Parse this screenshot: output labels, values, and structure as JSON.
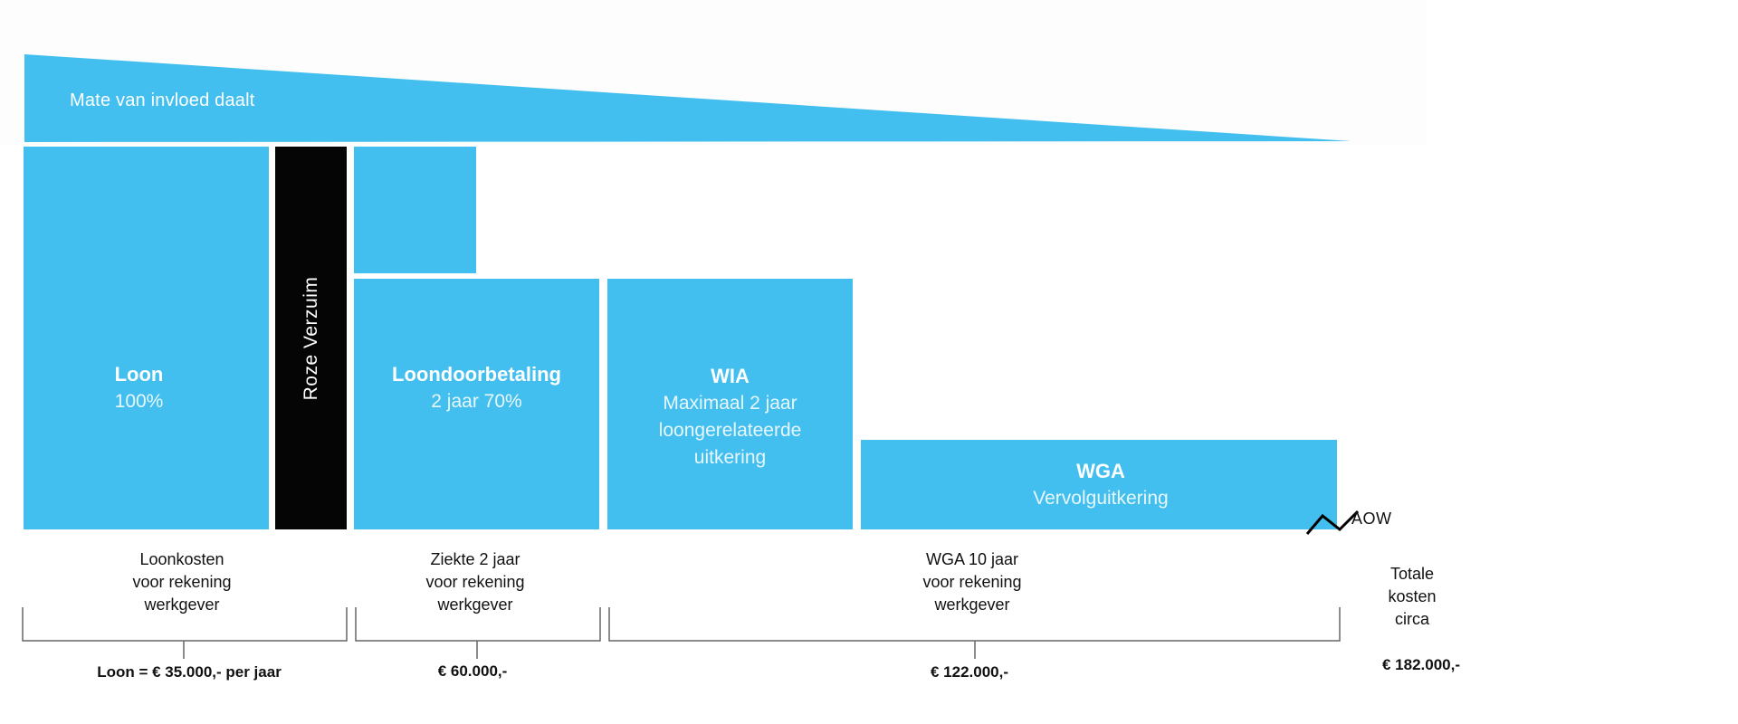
{
  "colors": {
    "accent": "#42bfee",
    "black_box": "#050505",
    "text": "#111111",
    "bracket_line": "#666666"
  },
  "influence": {
    "label": "Mate van invloed daalt"
  },
  "blocks": {
    "loon": {
      "title": "Loon",
      "subtitle": "100%"
    },
    "roze_verzuim": {
      "label": "Roze Verzuim"
    },
    "loondoorbetaling": {
      "title": "Loondoorbetaling",
      "subtitle": "2 jaar 70%"
    },
    "wia": {
      "title": "WIA",
      "subtitle_lines": [
        "Maximaal 2 jaar",
        "loongerelateerde",
        "uitkering"
      ]
    },
    "wga": {
      "title": "WGA",
      "subtitle": "Vervolguitkering"
    }
  },
  "aow": {
    "label": "AOW",
    "icon": "zigzag-icon"
  },
  "captions": {
    "loonkosten": [
      "Loonkosten",
      "voor rekening",
      "werkgever"
    ],
    "ziekte": [
      "Ziekte 2 jaar",
      "voor rekening",
      "werkgever"
    ],
    "wga": [
      "WGA 10 jaar",
      "voor rekening",
      "werkgever"
    ],
    "totaal": [
      "Totale",
      "kosten",
      "circa"
    ]
  },
  "amounts": {
    "loon": "Loon = € 35.000,- per jaar",
    "ziekte": "€ 60.000,-",
    "wga": "€ 122.000,-",
    "totaal": "€ 182.000,-"
  }
}
